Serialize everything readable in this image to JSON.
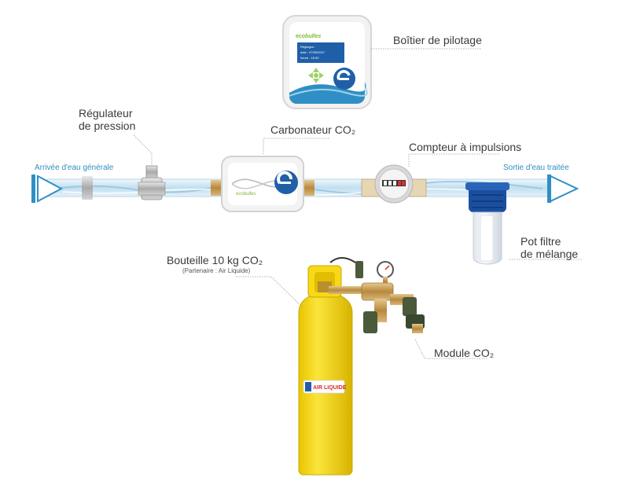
{
  "labels": {
    "boitier": "Boîtier de pilotage",
    "regulateur_line1": "Régulateur",
    "regulateur_line2": "de pression",
    "carbonateur": "Carbonateur CO₂",
    "compteur": "Compteur à impulsions",
    "arrivee": "Arrivée d'eau générale",
    "sortie": "Sortie d'eau traitée",
    "pot_line1": "Pot filtre",
    "pot_line2": "de mélange",
    "bouteille": "Bouteille 10 kg CO₂",
    "partenaire": "(Partenaire : Air Liquide)",
    "module": "Module CO₂"
  },
  "brand": {
    "logo_text": "ecobulles",
    "screen_line1": "Réglages :",
    "screen_line2": "date : 07/05/2017",
    "screen_line3": "heure : 18:30",
    "cylinder_brand": "AIR LIQUIDE"
  },
  "colors": {
    "pipe": "#cfe6f2",
    "water": "#2f8fc4",
    "brand_green": "#7dbb2e",
    "brand_blue": "#1f5fa8",
    "cylinder": "#f7d917",
    "brass": "#c9a35c",
    "filter_blue": "#1a4fa0",
    "label_line": "#9a9a9a"
  }
}
